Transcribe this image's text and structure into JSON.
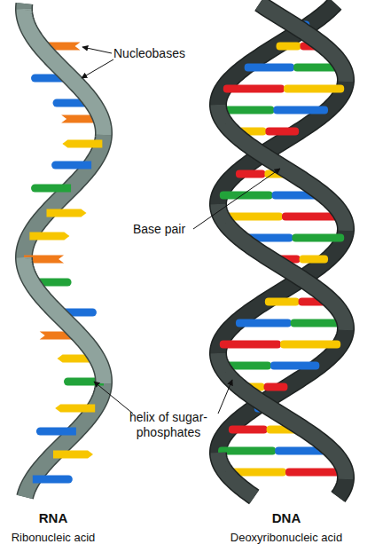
{
  "diagram": {
    "labels": [
      "Nucleobases",
      "Base pair",
      "helix of sugar-phosphates",
      "RNA",
      "Ribonucleic acid",
      "DNA",
      "Deoxyribonucleic acid"
    ]
  }
}
